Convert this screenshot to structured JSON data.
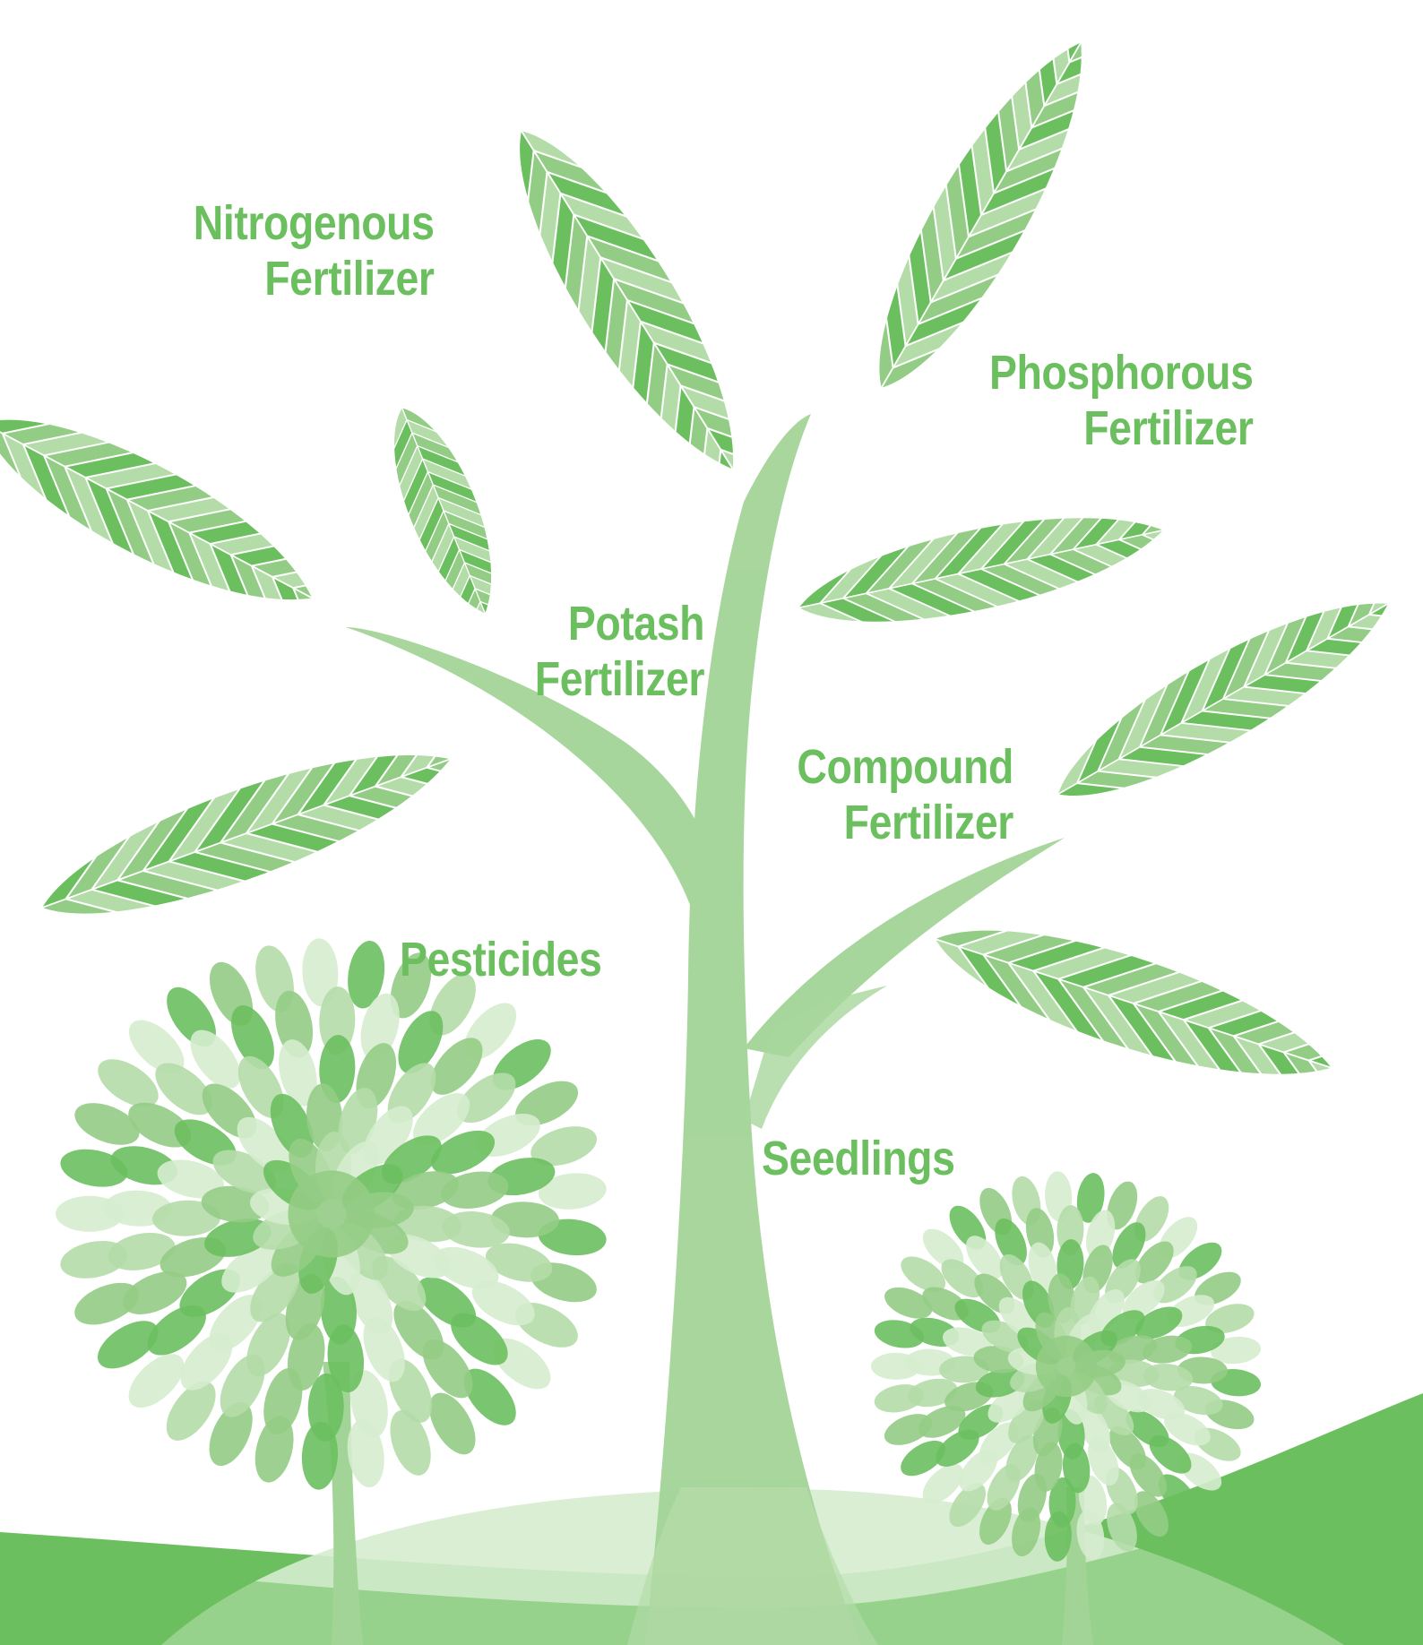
{
  "labels": {
    "nitrogenous": {
      "line1": "Nitrogenous",
      "line2": "Fertilizer"
    },
    "potash": {
      "line1": "Potash",
      "line2": "Fertilizer"
    },
    "phosphorous": {
      "line1": "Phosphorous",
      "line2": "Fertilizer"
    },
    "compound": {
      "line1": "Compound",
      "line2": "Fertilizer"
    },
    "pesticides": {
      "line1": "Pesticides"
    },
    "seedlings": {
      "line1": "Seedlings"
    }
  },
  "colors": {
    "primary_green": "#6cbf5f",
    "mid_green": "#93cc85",
    "light_green": "#b4dca8",
    "pale_green": "#d5ecce",
    "text_green": "#6cbf5f",
    "background": "#ffffff"
  },
  "icons": {
    "big_leaf": "striped-leaf-icon",
    "small_tree": "bushy-tree-icon",
    "main_tree": "trunk-tree-icon"
  }
}
